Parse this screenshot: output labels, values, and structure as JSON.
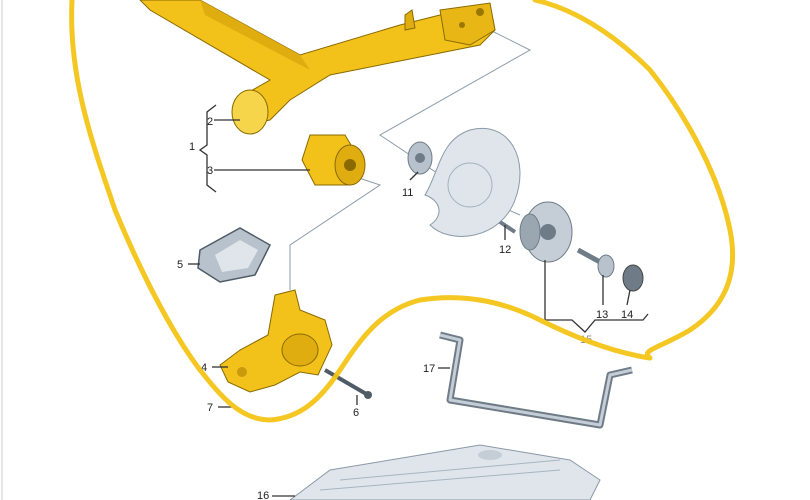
{
  "diagram": {
    "labels": [
      "1",
      "2",
      "3",
      "4",
      "5",
      "6",
      "7",
      "11",
      "12",
      "13",
      "14",
      "15",
      "16",
      "17"
    ],
    "colors": {
      "part_yellow": "#f2c21a",
      "part_shade": "#c99a0a",
      "metal": "#b8c2cc",
      "metal_dark": "#6f7c88",
      "highlight_loop": "#f3c417",
      "leader": "#333333"
    }
  }
}
